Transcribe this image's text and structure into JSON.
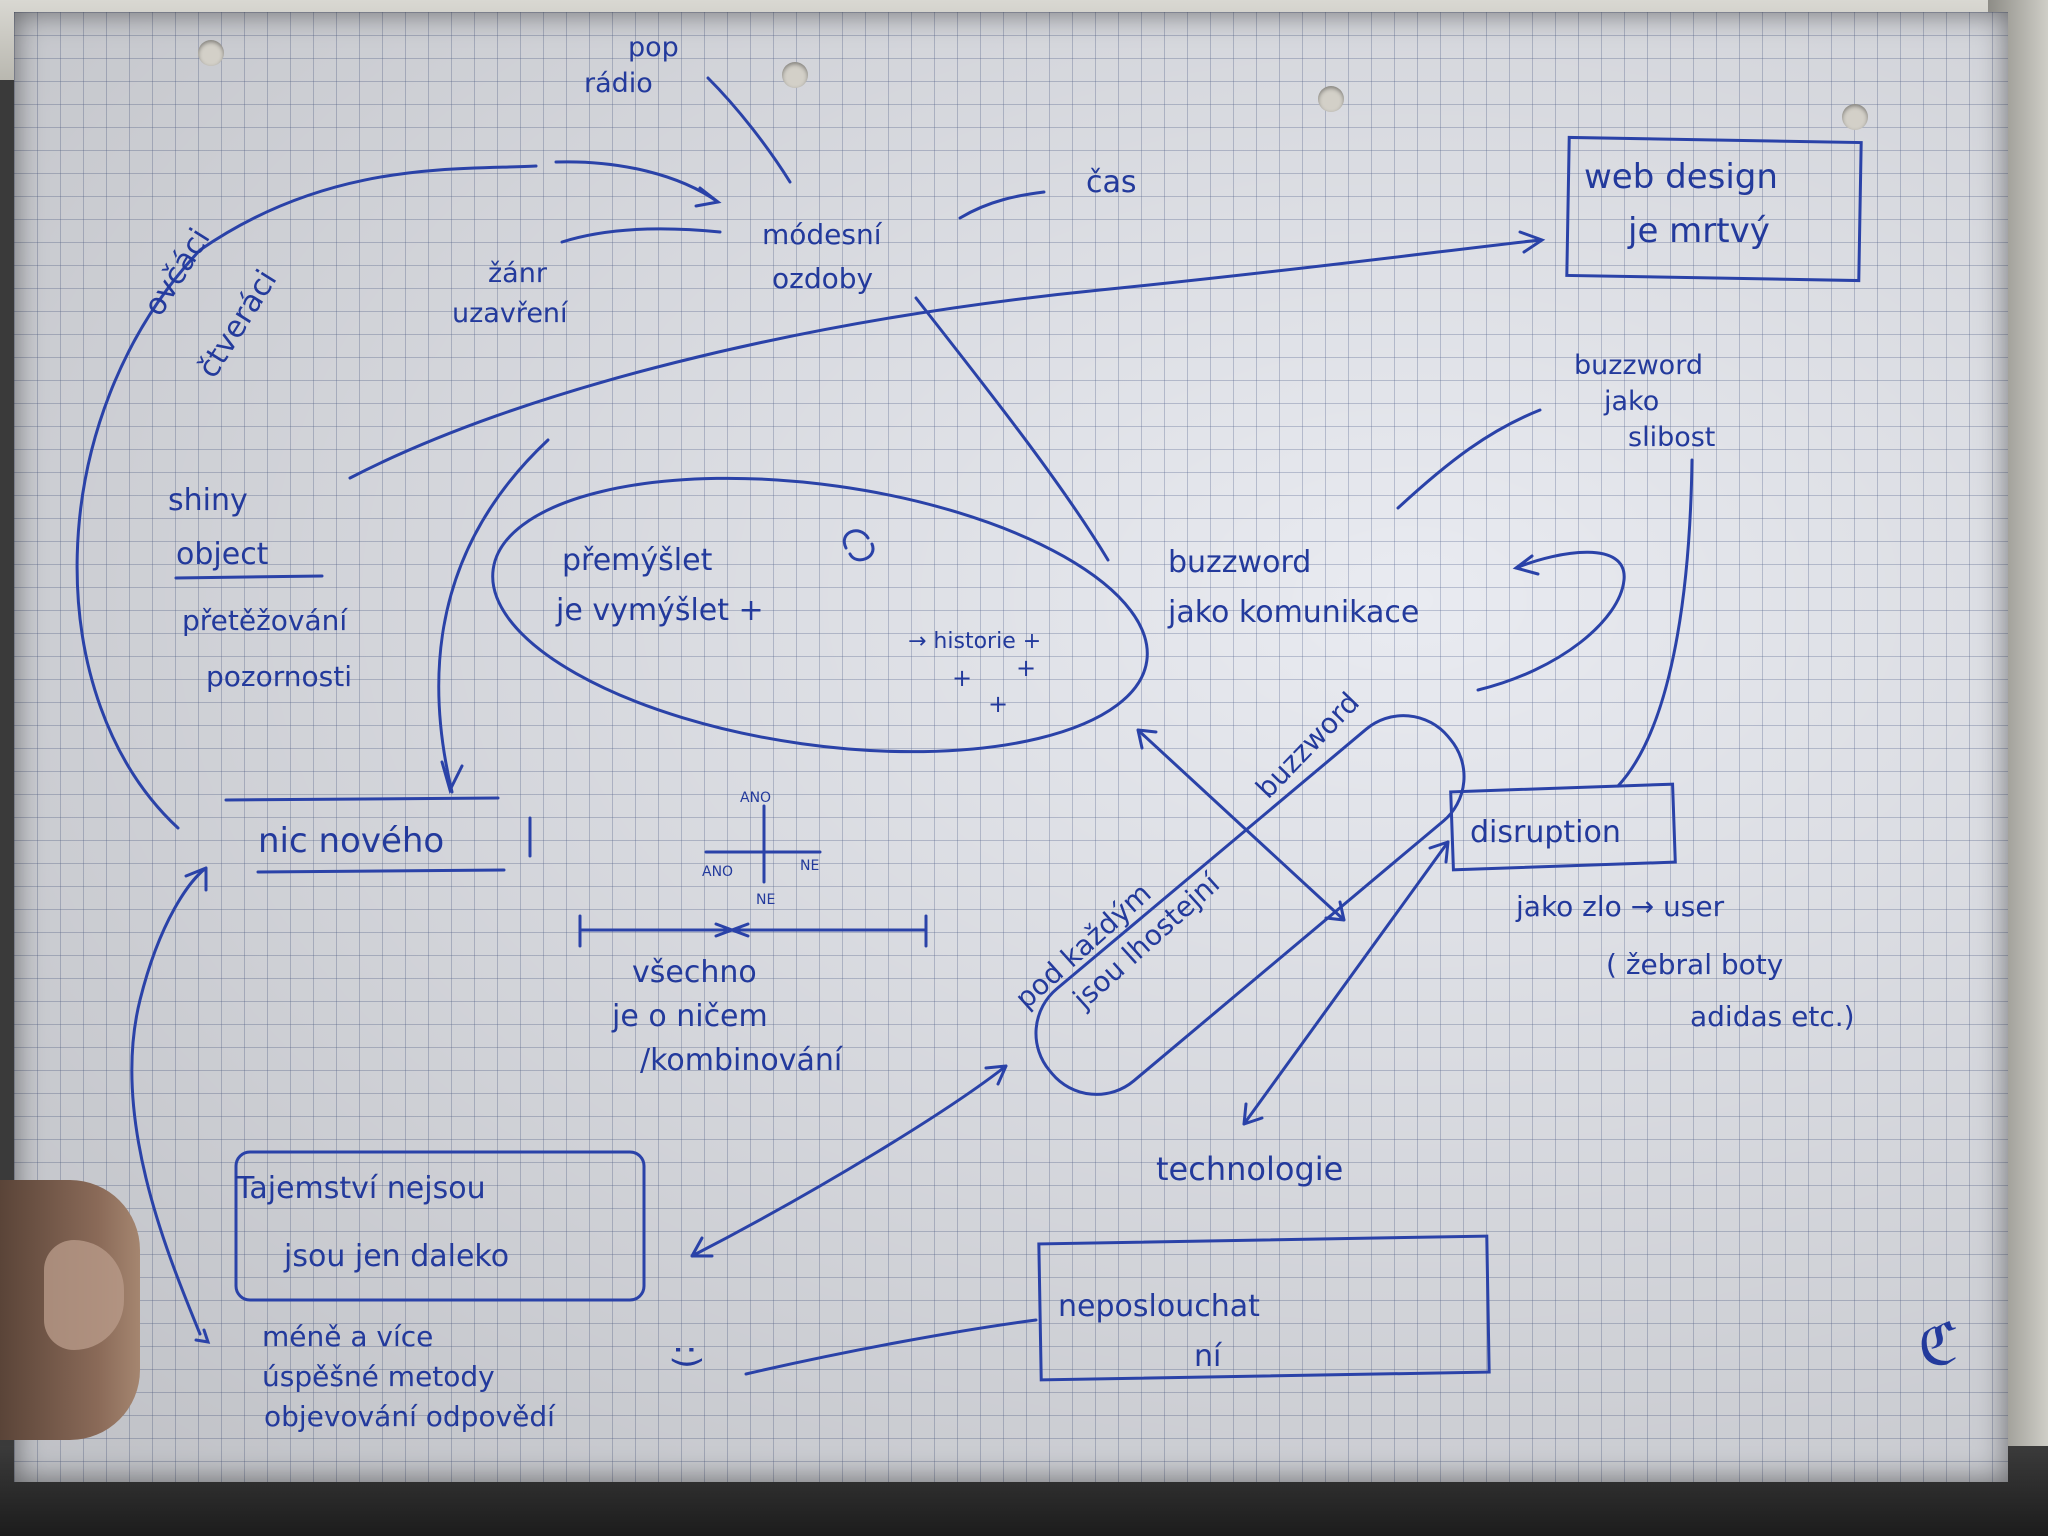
{
  "notes": {
    "pop_radio": [
      "pop",
      "rádio"
    ],
    "cas": "čas",
    "modesni_ozdoby": [
      "módesní",
      "ozdoby"
    ],
    "zanr_uzavieni": [
      "žánr",
      "uzavření"
    ],
    "ovcaci_ctveraci": [
      "ovčáci",
      "čtveráci"
    ],
    "web_design": [
      "web design",
      "je mrtvý"
    ],
    "buzzword_slibost": [
      "buzzword",
      "jako",
      "slibost"
    ],
    "shiny_object": [
      "shiny",
      "object"
    ],
    "pretezovani": [
      "přetěžování",
      "pozornosti"
    ],
    "premyslet": [
      "přemýšlet",
      "je vymýšlet +"
    ],
    "historie": "→ historie +",
    "plus_signs": [
      "+",
      "+",
      "+"
    ],
    "buzzword_komunikace": [
      "buzzword",
      "jako komunikace"
    ],
    "nic_noveho": "nic nového",
    "axis": {
      "top": "ANO",
      "left": "ANO",
      "right": "NE",
      "bottom": "NE"
    },
    "vsechno": [
      "všechno",
      "je o ničem",
      "/kombinování"
    ],
    "buzzword_vertical": "buzzword",
    "pod_kazdym": [
      "pod každým",
      "jsou lhostejní"
    ],
    "disruption": "disruption",
    "jako_zlo": [
      "jako zlo → user",
      "( žebral boty",
      "adidas etc.)"
    ],
    "technologie": "technologie",
    "tajemstvi": [
      "Tajemství nejsou",
      "jsou jen daleko"
    ],
    "mene_a_vice": [
      "méně a více",
      "úspěšné metody",
      "objevování odpovědí"
    ],
    "smiley": ":)",
    "neposlouchat": [
      "neposlouchat",
      "ní"
    ],
    "signature": "ℭ"
  }
}
